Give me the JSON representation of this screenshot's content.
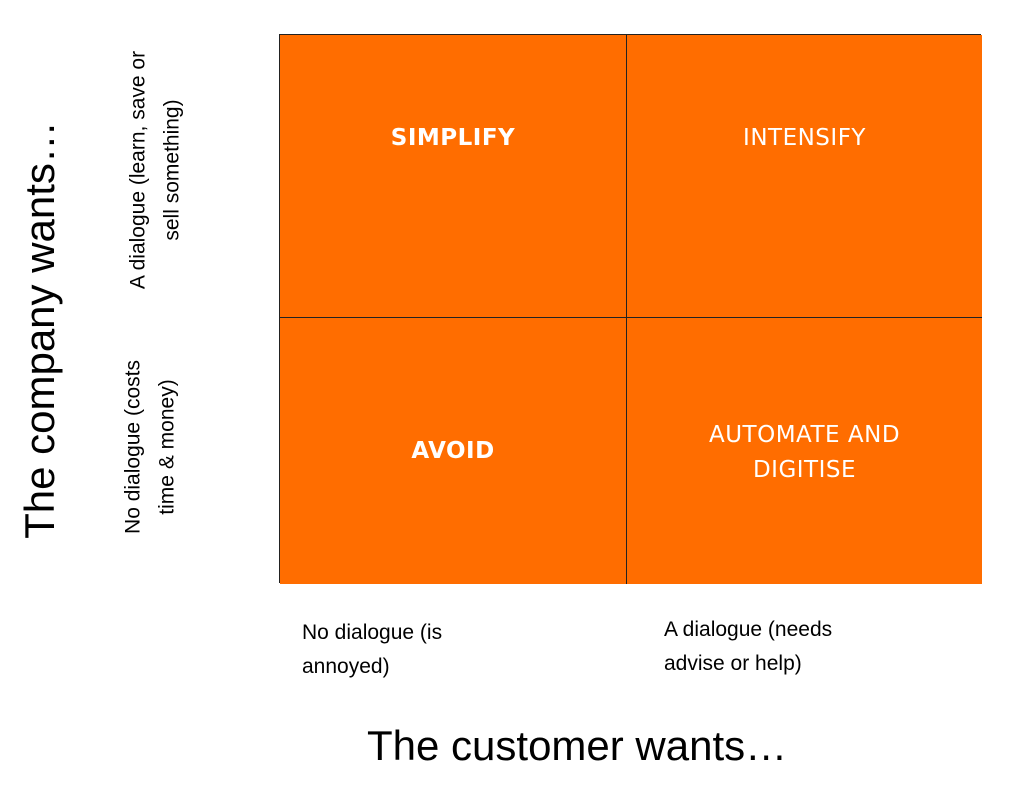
{
  "y_axis": {
    "title": "The company wants…",
    "top_label": "A dialogue (learn, save or\nsell something)",
    "bottom_label": "No dialogue (costs\ntime & money)"
  },
  "x_axis": {
    "title": "The customer wants…",
    "left_label": "No dialogue (is\nannoyed)",
    "right_label": "A dialogue (needs\nadvise or help)"
  },
  "quadrants": {
    "top_left": "SIMPLIFY",
    "top_right": "INTENSIFY",
    "bottom_left": "AVOID",
    "bottom_right": "AUTOMATE AND DIGITISE"
  },
  "colors": {
    "quadrant_fill": "#ff6d00",
    "quadrant_text": "#ffffff",
    "border": "#222222"
  }
}
